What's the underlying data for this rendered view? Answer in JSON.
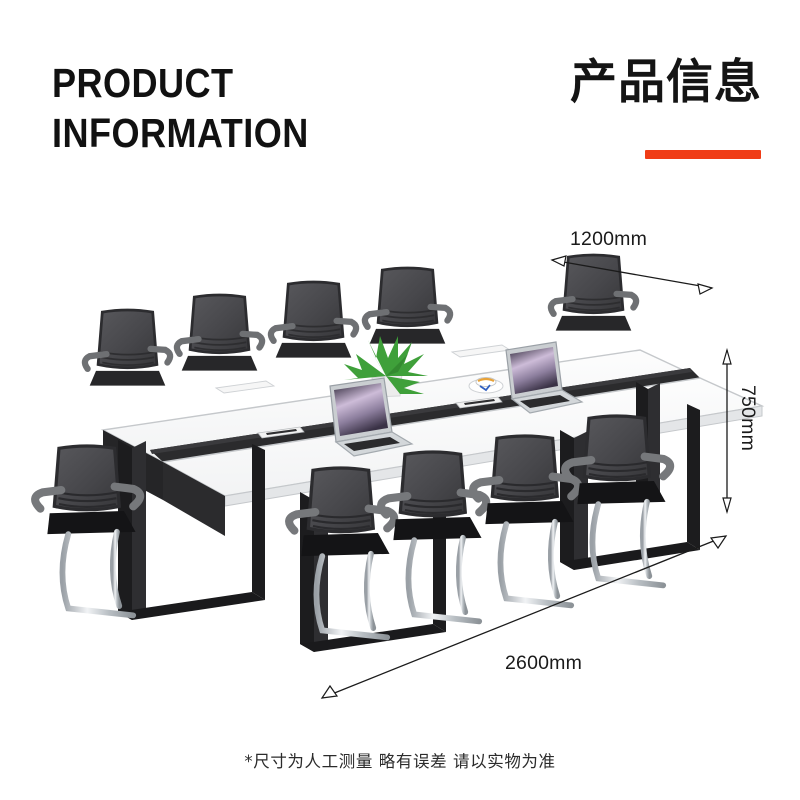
{
  "header": {
    "title_en": "PRODUCT\nINFORMATION",
    "title_cn": "产品信息",
    "accent_color": "#F03C16"
  },
  "dimensions": {
    "width_label": "1200mm",
    "height_label": "750mm",
    "length_label": "2600mm"
  },
  "footer": {
    "note": "*尺寸为人工测量 略有误差 请以实物为准"
  },
  "product": {
    "name": "conference-table-with-chairs",
    "table": {
      "top_color": "#FFFFFF",
      "edge_color": "#C9CCCF",
      "center_strip_color": "#2B2B2D",
      "leg_color": "#1C1C1E",
      "grommet_color": "#F2F2F2"
    },
    "chair": {
      "mesh_color": "#4B4B4E",
      "frame_color": "#2E2E31",
      "arm_color": "#6E7073",
      "seat_color": "#1A1A1C",
      "base_color": "#C6C9CC",
      "back_row_count": 5,
      "front_row_count": 5
    },
    "accessories": {
      "laptop_count": 2,
      "laptop_screen_color": "#B9A8C8",
      "laptop_body_color": "#C8CBCE",
      "plant_color": "#3FA03A",
      "plant_pot_color": "#E8E8E8",
      "cup_color": "#FFFFFF",
      "notebook_color": "#F4F4F4"
    }
  }
}
